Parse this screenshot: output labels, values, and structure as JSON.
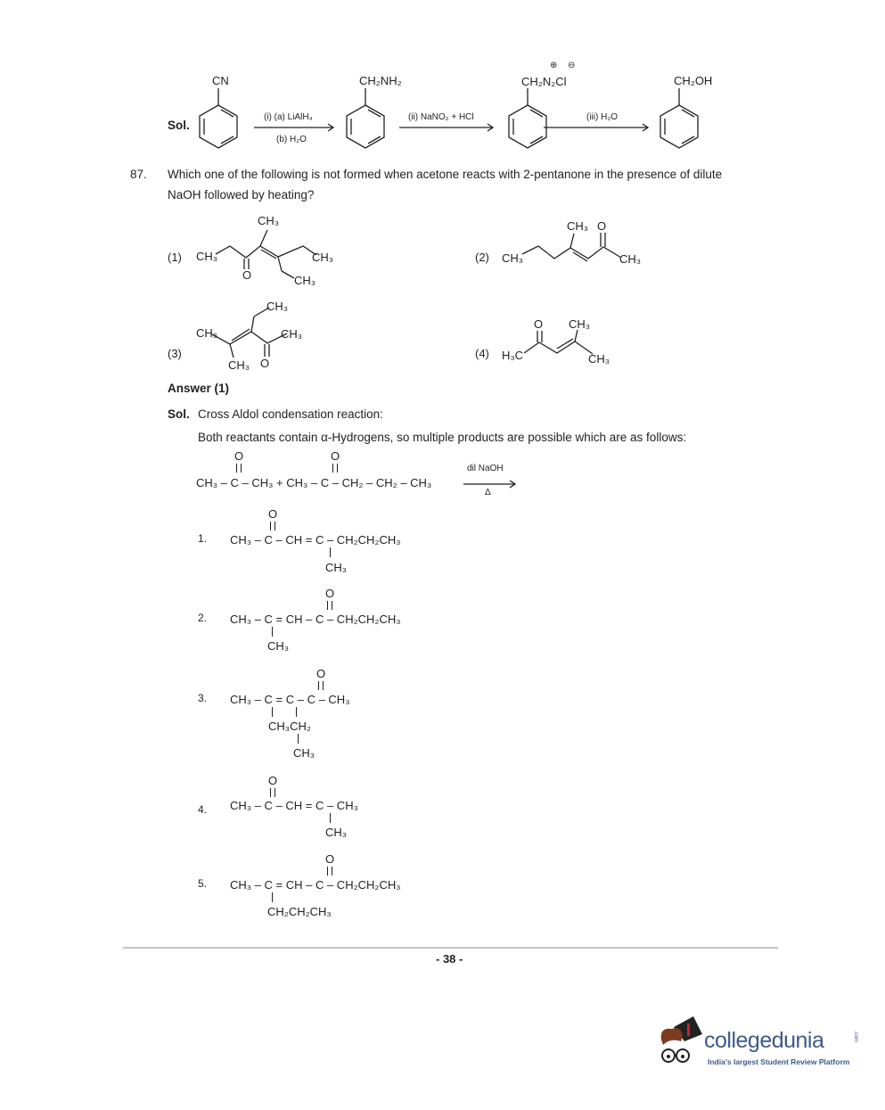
{
  "sol86": {
    "label": "Sol.",
    "substituents": [
      "CN",
      "CH₂NH₂",
      "CH₂N₂Cl",
      "CH₂OH"
    ],
    "charges": [
      "⊕",
      "⊖"
    ],
    "steps": [
      {
        "above": "(i) (a) LiAlH₄",
        "below": "(b) H₂O"
      },
      {
        "above": "(ii) NaNO₂ + HCl",
        "below": ""
      },
      {
        "above": "(iii) H₂O",
        "below": ""
      }
    ]
  },
  "q87": {
    "number": "87.",
    "line1": "Which one of the following is not formed when acetone reacts with 2-pentanone in the presence of dilute",
    "line2": "NaOH followed by heating?",
    "options": [
      {
        "label": "(1)",
        "groups": [
          "CH₃",
          "CH₃",
          "O",
          "CH₃",
          "CH₃"
        ]
      },
      {
        "label": "(2)",
        "groups": [
          "CH₃",
          "CH₃",
          "O",
          "CH₃"
        ]
      },
      {
        "label": "(3)",
        "groups": [
          "CH₃",
          "CH₃",
          "CH₃",
          "CH₃",
          "O"
        ]
      },
      {
        "label": "(4)",
        "groups": [
          "H₃C",
          "O",
          "CH₃",
          "CH₃"
        ]
      }
    ]
  },
  "answer": "Answer (1)",
  "solution": {
    "label": "Sol.",
    "title": "Cross Aldol condensation reaction:",
    "intro": "Both reactants contain α-Hydrogens, so multiple products are possible which are as follows:",
    "equation": "CH₃ – C – CH₃ + CH₃ – C – CH₂ – CH₂ – CH₃",
    "oxygen": "O",
    "reagent_above": "dil NaOH",
    "reagent_below": "Δ",
    "products": [
      {
        "num": "1.",
        "main": "CH₃ – C – CH = C – CH₂CH₂CH₃",
        "below": [
          "CH₃"
        ]
      },
      {
        "num": "2.",
        "main": "CH₃ – C = CH – C – CH₂CH₂CH₃",
        "below": [
          "CH₃"
        ]
      },
      {
        "num": "3.",
        "main": "CH₃ – C = C – C – CH₃",
        "below": [
          "CH₃CH₂",
          "CH₃"
        ]
      },
      {
        "num": "4.",
        "main": "CH₃ – C – CH = C – CH₃",
        "below": [
          "CH₃"
        ]
      },
      {
        "num": "5.",
        "main": "CH₃ – C = CH – C – CH₂CH₂CH₃",
        "below": [
          "CH₂CH₂CH₃"
        ]
      }
    ]
  },
  "footer": {
    "page_number": "- 38 -"
  },
  "logo": {
    "name": "collegedunia",
    "suffix": ".com",
    "tagline": "India's largest Student Review Platform"
  },
  "colors": {
    "text": "#231f20",
    "logo": "#3d5a8c",
    "rule": "#888888"
  }
}
